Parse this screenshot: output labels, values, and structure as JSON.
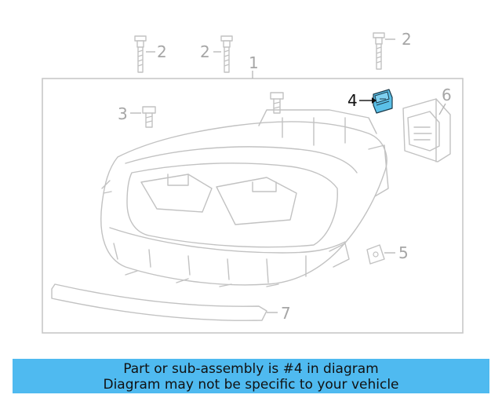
{
  "diagram": {
    "callouts": {
      "c1": "1",
      "c2a": "2",
      "c2b": "2",
      "c2c": "2",
      "c3": "3",
      "c4": "4",
      "c5": "5",
      "c6": "6",
      "c7": "7"
    },
    "highlight_color": "#5bc0e8",
    "highlighted_part": "4"
  },
  "banner": {
    "line1": "Part or sub-assembly is #4 in diagram",
    "line2": "Diagram may not be specific to your vehicle",
    "background": "#4fbaf0"
  }
}
